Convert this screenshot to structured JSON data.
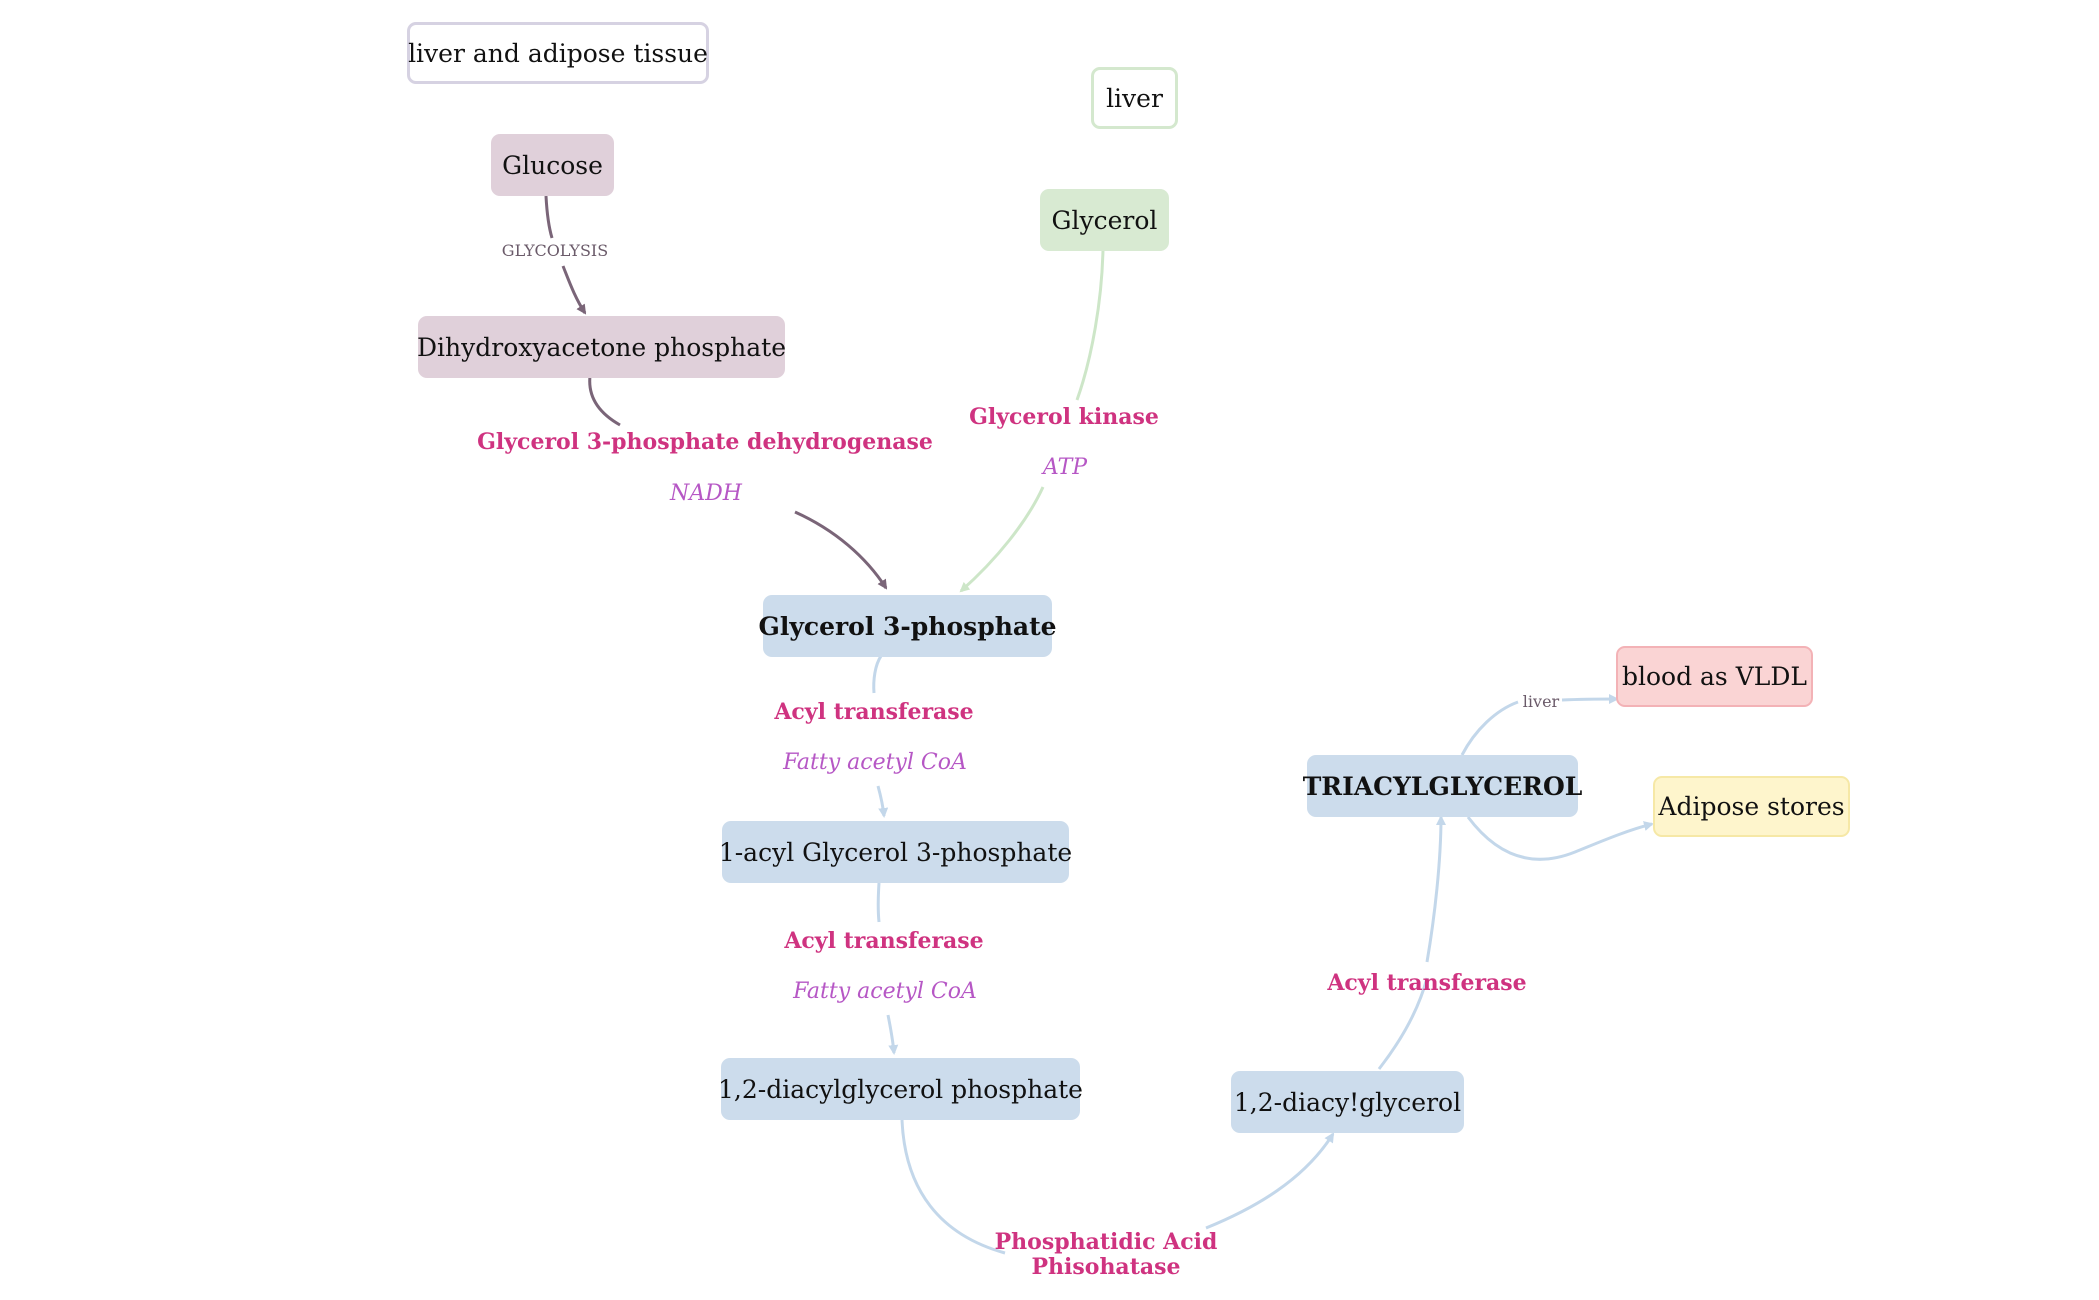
{
  "legend": {
    "tissue_liver_adipose": "liver and adipose tissue",
    "tissue_liver": "liver"
  },
  "nodes": {
    "glucose": "Glucose",
    "glycerol": "Glycerol",
    "dhap": "Dihydroxyacetone phosphate",
    "g3p": "Glycerol 3-phosphate",
    "acyl_g3p": "1-acyl Glycerol 3-phosphate",
    "dag_phosphate": "1,2-diacylglycerol phosphate",
    "dag": "1,2-diacy!glycerol",
    "tag": "TRIACYLGLYCEROL",
    "vldl": "blood as VLDL",
    "adipose": "Adipose stores"
  },
  "edges": {
    "glycolysis": "GLYCOLYSIS",
    "g3p_dehydrogenase": "Glycerol 3-phosphate dehydrogenase",
    "nadh": "NADH",
    "glycerol_kinase": "Glycerol kinase",
    "atp": "ATP",
    "acyl_transferase_1": "Acyl transferase",
    "fatty_acyl_coa_1": "Fatty acetyl CoA",
    "acyl_transferase_2": "Acyl transferase",
    "fatty_acyl_coa_2": "Fatty acetyl CoA",
    "pa_phosphatase_line1": "Phosphatidic Acid",
    "pa_phosphatase_line2": "Phisohatase",
    "acyl_transferase_3": "Acyl transferase",
    "to_liver": "liver"
  },
  "colors": {
    "liver_adipose_pathway": "#7a6578",
    "liver_pathway": "#cde6c8",
    "common_pathway": "#c3d7ea",
    "enzyme": "#cf3380",
    "cofactor": "#b657c5"
  }
}
